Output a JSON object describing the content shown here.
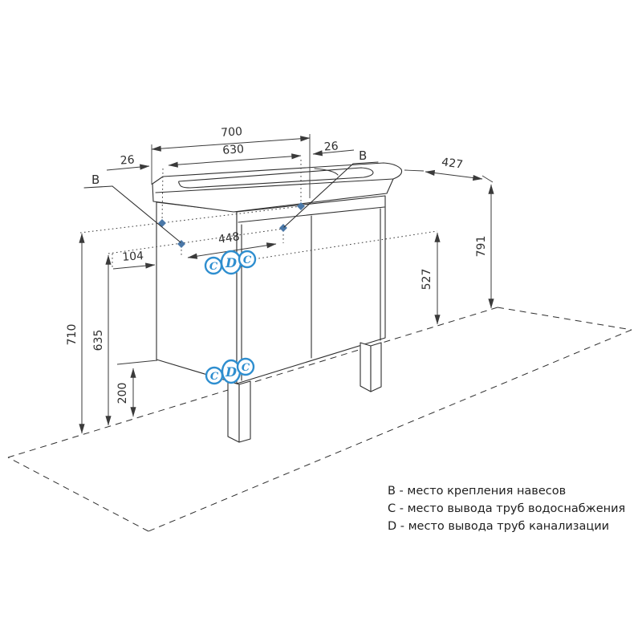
{
  "dims": {
    "top_width": "700",
    "basin_width": "630",
    "offset_left": "26",
    "offset_right": "26",
    "depth": "427",
    "total_height": "791",
    "supply_height": "527",
    "mount_span": "448",
    "mount_offset": "104",
    "mount_height_upper": "710",
    "mount_height_lower": "635",
    "leg_height": "200"
  },
  "labels": {
    "b_left": "B",
    "b_right": "B",
    "c": "C",
    "d": "D"
  },
  "legend": [
    {
      "key": "B",
      "text": "B - место крепления навесов"
    },
    {
      "key": "C",
      "text": "C - место вывода труб водоснабжения"
    },
    {
      "key": "D",
      "text": "D - место вывода труб канализации"
    }
  ],
  "colors": {
    "ink": "#2f2f2f",
    "accent_blue": "#2e8ecf",
    "mount_dot": "#4a78a8"
  }
}
